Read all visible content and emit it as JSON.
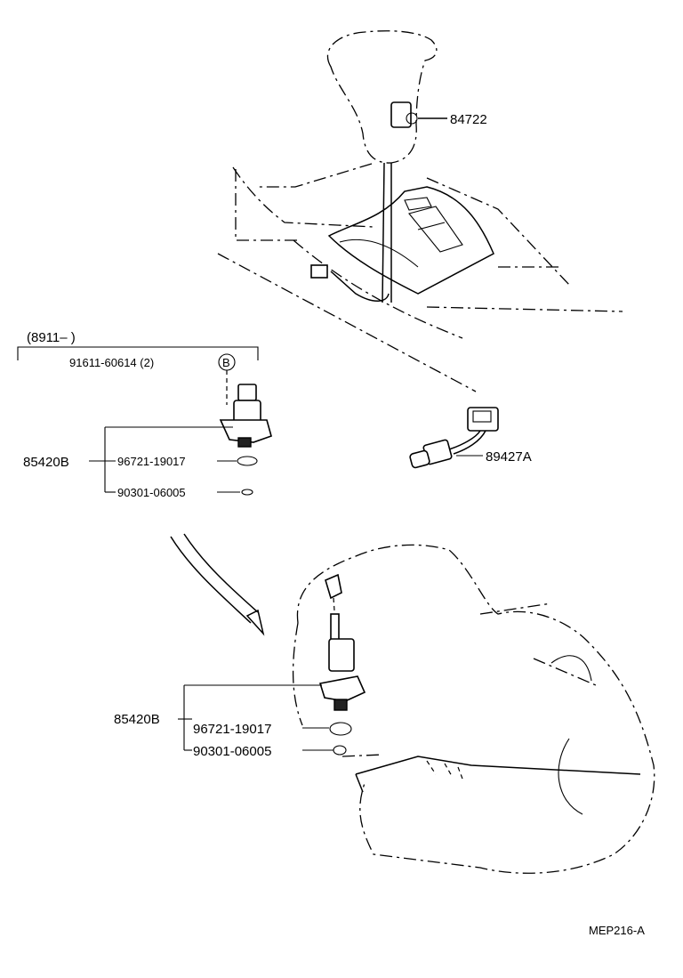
{
  "diagram": {
    "labels": {
      "shift_knob_part": "84722",
      "bracket_note": "(8911–         )",
      "bolt_part": "91611-60614 (2)",
      "bolt_marker": "B",
      "sensor_assy_upper": "85420B",
      "oring_upper": "96721-19017",
      "gasket_upper": "90301-06005",
      "switch_part": "89427A",
      "sensor_assy_lower": "85420B",
      "oring_lower": "96721-19017",
      "gasket_lower": "90301-06005",
      "figure_code": "MEP216-A"
    }
  }
}
